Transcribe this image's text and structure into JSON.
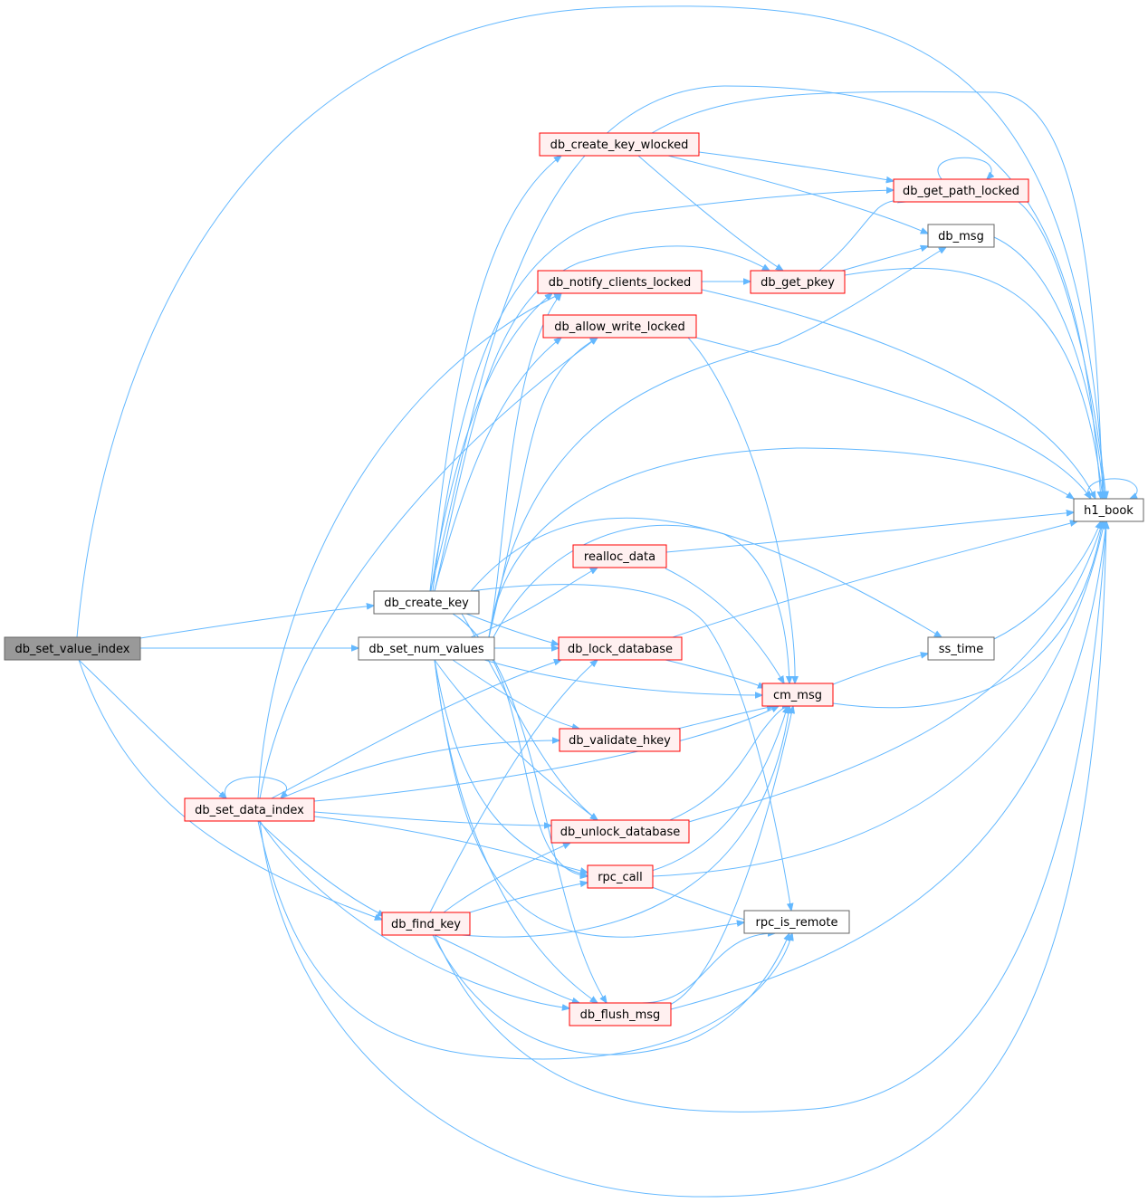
{
  "colors": {
    "edge": "#63b8ff",
    "root_fill": "#999999",
    "root_border": "#666666",
    "red_border": "#ff0000",
    "red_fill": "#fff0f0",
    "plain_border": "#666666",
    "plain_fill": "#ffffff"
  },
  "nodes": [
    {
      "id": "db_set_value_index",
      "label": "db_set_value_index",
      "style": "root"
    },
    {
      "id": "db_create_key",
      "label": "db_create_key",
      "style": "plain"
    },
    {
      "id": "db_set_num_values",
      "label": "db_set_num_values",
      "style": "plain"
    },
    {
      "id": "db_set_data_index",
      "label": "db_set_data_index",
      "style": "red"
    },
    {
      "id": "db_find_key",
      "label": "db_find_key",
      "style": "red"
    },
    {
      "id": "db_create_key_wlocked",
      "label": "db_create_key_wlocked",
      "style": "red"
    },
    {
      "id": "db_notify_clients_locked",
      "label": "db_notify_clients_locked",
      "style": "red"
    },
    {
      "id": "db_allow_write_locked",
      "label": "db_allow_write_locked",
      "style": "red"
    },
    {
      "id": "realloc_data",
      "label": "realloc_data",
      "style": "red"
    },
    {
      "id": "db_lock_database",
      "label": "db_lock_database",
      "style": "red"
    },
    {
      "id": "db_validate_hkey",
      "label": "db_validate_hkey",
      "style": "red"
    },
    {
      "id": "db_unlock_database",
      "label": "db_unlock_database",
      "style": "red"
    },
    {
      "id": "rpc_call",
      "label": "rpc_call",
      "style": "red"
    },
    {
      "id": "db_flush_msg",
      "label": "db_flush_msg",
      "style": "red"
    },
    {
      "id": "db_get_path_locked",
      "label": "db_get_path_locked",
      "style": "red"
    },
    {
      "id": "db_msg",
      "label": "db_msg",
      "style": "plain"
    },
    {
      "id": "db_get_pkey",
      "label": "db_get_pkey",
      "style": "red"
    },
    {
      "id": "cm_msg",
      "label": "cm_msg",
      "style": "red"
    },
    {
      "id": "ss_time",
      "label": "ss_time",
      "style": "plain"
    },
    {
      "id": "rpc_is_remote",
      "label": "rpc_is_remote",
      "style": "plain"
    },
    {
      "id": "h1_book",
      "label": "h1_book",
      "style": "plain"
    }
  ],
  "edges": [
    [
      "db_set_value_index",
      "db_create_key"
    ],
    [
      "db_set_value_index",
      "db_set_num_values"
    ],
    [
      "db_set_value_index",
      "db_set_data_index"
    ],
    [
      "db_set_value_index",
      "db_find_key"
    ],
    [
      "db_set_value_index",
      "h1_book"
    ],
    [
      "db_create_key",
      "db_create_key_wlocked"
    ],
    [
      "db_create_key",
      "db_get_path_locked"
    ],
    [
      "db_create_key",
      "db_get_pkey"
    ],
    [
      "db_create_key",
      "db_notify_clients_locked"
    ],
    [
      "db_create_key",
      "db_allow_write_locked"
    ],
    [
      "db_create_key",
      "h1_book"
    ],
    [
      "db_create_key",
      "db_lock_database"
    ],
    [
      "db_create_key",
      "db_unlock_database"
    ],
    [
      "db_create_key",
      "rpc_call"
    ],
    [
      "db_create_key",
      "db_flush_msg"
    ],
    [
      "db_create_key",
      "rpc_is_remote"
    ],
    [
      "db_create_key",
      "cm_msg"
    ],
    [
      "db_set_num_values",
      "db_allow_write_locked"
    ],
    [
      "db_set_num_values",
      "db_notify_clients_locked"
    ],
    [
      "db_set_num_values",
      "db_msg"
    ],
    [
      "db_set_num_values",
      "realloc_data"
    ],
    [
      "db_set_num_values",
      "db_lock_database"
    ],
    [
      "db_set_num_values",
      "cm_msg"
    ],
    [
      "db_set_num_values",
      "ss_time"
    ],
    [
      "db_set_num_values",
      "db_validate_hkey"
    ],
    [
      "db_set_num_values",
      "db_unlock_database"
    ],
    [
      "db_set_num_values",
      "rpc_call"
    ],
    [
      "db_set_num_values",
      "db_flush_msg"
    ],
    [
      "db_set_num_values",
      "rpc_is_remote"
    ],
    [
      "db_set_num_values",
      "h1_book"
    ],
    [
      "db_set_data_index",
      "db_set_data_index"
    ],
    [
      "db_set_data_index",
      "db_notify_clients_locked"
    ],
    [
      "db_set_data_index",
      "db_allow_write_locked"
    ],
    [
      "db_set_data_index",
      "db_lock_database"
    ],
    [
      "db_set_data_index",
      "db_validate_hkey"
    ],
    [
      "db_set_data_index",
      "cm_msg"
    ],
    [
      "db_set_data_index",
      "db_unlock_database"
    ],
    [
      "db_set_data_index",
      "rpc_call"
    ],
    [
      "db_set_data_index",
      "db_find_key"
    ],
    [
      "db_set_data_index",
      "db_flush_msg"
    ],
    [
      "db_set_data_index",
      "rpc_is_remote"
    ],
    [
      "db_set_data_index",
      "h1_book"
    ],
    [
      "db_find_key",
      "db_lock_database"
    ],
    [
      "db_find_key",
      "db_unlock_database"
    ],
    [
      "db_find_key",
      "rpc_call"
    ],
    [
      "db_find_key",
      "rpc_is_remote"
    ],
    [
      "db_find_key",
      "db_flush_msg"
    ],
    [
      "db_find_key",
      "cm_msg"
    ],
    [
      "db_find_key",
      "h1_book"
    ],
    [
      "db_create_key_wlocked",
      "db_get_path_locked"
    ],
    [
      "db_create_key_wlocked",
      "db_msg"
    ],
    [
      "db_create_key_wlocked",
      "db_get_pkey"
    ],
    [
      "db_create_key_wlocked",
      "h1_book"
    ],
    [
      "db_notify_clients_locked",
      "db_get_pkey"
    ],
    [
      "db_notify_clients_locked",
      "h1_book"
    ],
    [
      "db_allow_write_locked",
      "cm_msg"
    ],
    [
      "db_allow_write_locked",
      "h1_book"
    ],
    [
      "realloc_data",
      "cm_msg"
    ],
    [
      "realloc_data",
      "h1_book"
    ],
    [
      "db_lock_database",
      "cm_msg"
    ],
    [
      "db_lock_database",
      "h1_book"
    ],
    [
      "db_validate_hkey",
      "cm_msg"
    ],
    [
      "db_unlock_database",
      "cm_msg"
    ],
    [
      "db_unlock_database",
      "h1_book"
    ],
    [
      "rpc_call",
      "cm_msg"
    ],
    [
      "rpc_call",
      "rpc_is_remote"
    ],
    [
      "rpc_call",
      "h1_book"
    ],
    [
      "db_flush_msg",
      "cm_msg"
    ],
    [
      "db_flush_msg",
      "rpc_is_remote"
    ],
    [
      "db_flush_msg",
      "h1_book"
    ],
    [
      "db_get_path_locked",
      "db_get_path_locked"
    ],
    [
      "db_get_path_locked",
      "h1_book"
    ],
    [
      "db_msg",
      "h1_book"
    ],
    [
      "db_get_pkey",
      "db_get_path_locked"
    ],
    [
      "db_get_pkey",
      "db_msg"
    ],
    [
      "db_get_pkey",
      "h1_book"
    ],
    [
      "cm_msg",
      "ss_time"
    ],
    [
      "cm_msg",
      "h1_book"
    ],
    [
      "ss_time",
      "h1_book"
    ],
    [
      "h1_book",
      "h1_book"
    ]
  ]
}
